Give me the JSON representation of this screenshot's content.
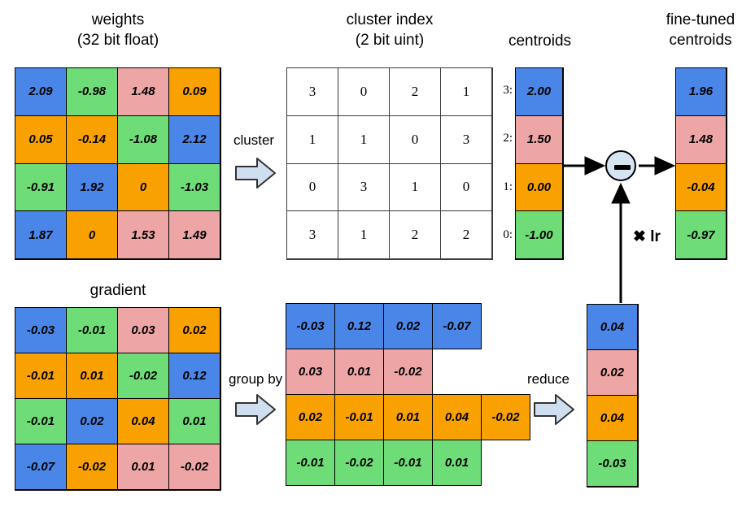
{
  "titles": {
    "weights_line1": "weights",
    "weights_line2": "(32 bit float)",
    "cluster_index_line1": "cluster index",
    "cluster_index_line2": "(2 bit uint)",
    "centroids": "centroids",
    "fine_tuned_line1": "fine-tuned",
    "fine_tuned_line2": "centroids",
    "gradient": "gradient"
  },
  "steps": {
    "cluster": "cluster",
    "group_by": "group by",
    "reduce": "reduce",
    "lr": "✖ lr",
    "minus_symbol": "−"
  },
  "colors": {
    "blue": "#4a86e8",
    "green": "#6fdd77",
    "pink": "#eda5a5",
    "orange": "#f9a100",
    "node_fill": "#d6e4f2",
    "arrow_fill": "#cfdff0",
    "stroke": "#000000"
  },
  "chart_data": {
    "type": "table",
    "title": "Deep Compression weight sharing and fine-tuning of centroids",
    "weights": {
      "label": "weights (32 bit float)",
      "rows": [
        [
          {
            "v": "2.09",
            "c": "blue"
          },
          {
            "v": "-0.98",
            "c": "green"
          },
          {
            "v": "1.48",
            "c": "pink"
          },
          {
            "v": "0.09",
            "c": "orange"
          }
        ],
        [
          {
            "v": "0.05",
            "c": "orange"
          },
          {
            "v": "-0.14",
            "c": "orange"
          },
          {
            "v": "-1.08",
            "c": "green"
          },
          {
            "v": "2.12",
            "c": "blue"
          }
        ],
        [
          {
            "v": "-0.91",
            "c": "green"
          },
          {
            "v": "1.92",
            "c": "blue"
          },
          {
            "v": "0",
            "c": "orange"
          },
          {
            "v": "-1.03",
            "c": "green"
          }
        ],
        [
          {
            "v": "1.87",
            "c": "blue"
          },
          {
            "v": "0",
            "c": "orange"
          },
          {
            "v": "1.53",
            "c": "pink"
          },
          {
            "v": "1.49",
            "c": "pink"
          }
        ]
      ]
    },
    "cluster_index": {
      "label": "cluster index (2 bit uint)",
      "rows": [
        [
          "3",
          "0",
          "2",
          "1"
        ],
        [
          "1",
          "1",
          "0",
          "3"
        ],
        [
          "0",
          "3",
          "1",
          "0"
        ],
        [
          "3",
          "1",
          "2",
          "2"
        ]
      ]
    },
    "centroids": {
      "label": "centroids",
      "rows": [
        {
          "index": "3:",
          "v": "2.00",
          "c": "blue"
        },
        {
          "index": "2:",
          "v": "1.50",
          "c": "pink"
        },
        {
          "index": "1:",
          "v": "0.00",
          "c": "orange"
        },
        {
          "index": "0:",
          "v": "-1.00",
          "c": "green"
        }
      ]
    },
    "fine_tuned_centroids": {
      "label": "fine-tuned centroids",
      "rows": [
        {
          "v": "1.96",
          "c": "blue"
        },
        {
          "v": "1.48",
          "c": "pink"
        },
        {
          "v": "-0.04",
          "c": "orange"
        },
        {
          "v": "-0.97",
          "c": "green"
        }
      ]
    },
    "gradient": {
      "label": "gradient",
      "rows": [
        [
          {
            "v": "-0.03",
            "c": "blue"
          },
          {
            "v": "-0.01",
            "c": "green"
          },
          {
            "v": "0.03",
            "c": "pink"
          },
          {
            "v": "0.02",
            "c": "orange"
          }
        ],
        [
          {
            "v": "-0.01",
            "c": "orange"
          },
          {
            "v": "0.01",
            "c": "orange"
          },
          {
            "v": "-0.02",
            "c": "green"
          },
          {
            "v": "0.12",
            "c": "blue"
          }
        ],
        [
          {
            "v": "-0.01",
            "c": "green"
          },
          {
            "v": "0.02",
            "c": "blue"
          },
          {
            "v": "0.04",
            "c": "orange"
          },
          {
            "v": "0.01",
            "c": "green"
          }
        ],
        [
          {
            "v": "-0.07",
            "c": "blue"
          },
          {
            "v": "-0.02",
            "c": "orange"
          },
          {
            "v": "0.01",
            "c": "pink"
          },
          {
            "v": "-0.02",
            "c": "pink"
          }
        ]
      ]
    },
    "grouped_gradient": {
      "label": "group by",
      "rows": [
        {
          "c": "blue",
          "values": [
            "-0.03",
            "0.12",
            "0.02",
            "-0.07"
          ]
        },
        {
          "c": "pink",
          "values": [
            "0.03",
            "0.01",
            "-0.02"
          ]
        },
        {
          "c": "orange",
          "values": [
            "0.02",
            "-0.01",
            "0.01",
            "0.04",
            "-0.02"
          ]
        },
        {
          "c": "green",
          "values": [
            "-0.01",
            "-0.02",
            "-0.01",
            "0.01"
          ]
        }
      ]
    },
    "reduced_gradient": {
      "label": "reduce",
      "rows": [
        {
          "v": "0.04",
          "c": "blue"
        },
        {
          "v": "0.02",
          "c": "pink"
        },
        {
          "v": "0.04",
          "c": "orange"
        },
        {
          "v": "-0.03",
          "c": "green"
        }
      ]
    }
  }
}
